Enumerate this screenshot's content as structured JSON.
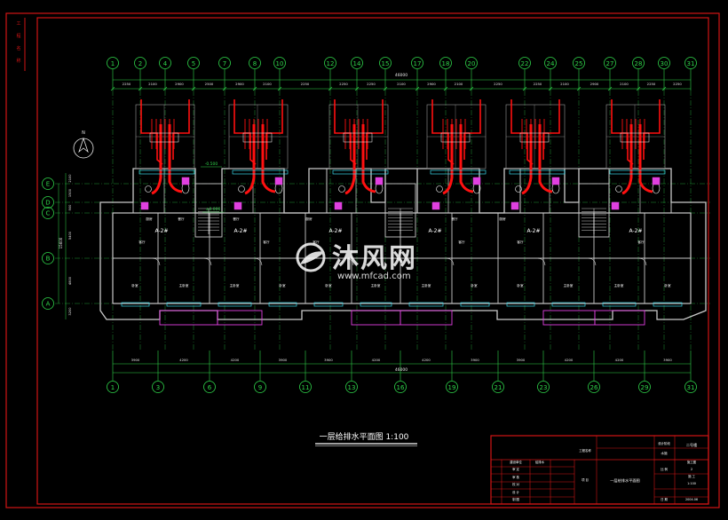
{
  "colors": {
    "background": "#000000",
    "frame": "#d01515",
    "grid_line": "#2fd44a",
    "axis_bubble": "#2fd44a",
    "wall": "#c9c9c9",
    "pipe": "#ff1010",
    "fixture": "#e040e0",
    "dim_text": "#e8e8e8",
    "annotation": "#2fd44a",
    "watermark": "#ffffff"
  },
  "grid_axes": {
    "top": [
      "1",
      "2",
      "4",
      "5",
      "7",
      "8",
      "10",
      "12",
      "14",
      "15",
      "17",
      "18",
      "20",
      "22",
      "24",
      "25",
      "27",
      "28",
      "30",
      "31"
    ],
    "bottom": [
      "1",
      "3",
      "6",
      "9",
      "11",
      "13",
      "16",
      "19",
      "21",
      "23",
      "26",
      "29",
      "31"
    ],
    "left": [
      "E",
      "D",
      "C",
      "B",
      "A"
    ]
  },
  "dimensions": {
    "top_segments": [
      "2250",
      "2100",
      "2900",
      "2500",
      "2900",
      "2100",
      "2250",
      "2250",
      "2250",
      "2100",
      "2900",
      "2100",
      "2250",
      "2250",
      "2100",
      "2900",
      "2100",
      "2250",
      "2250"
    ],
    "top_total": "46000",
    "bottom_segments": [
      "3900",
      "4200",
      "4200",
      "3900",
      "3900",
      "4200",
      "4200",
      "3900",
      "3900",
      "4200",
      "4200",
      "3900"
    ],
    "bottom_total": "46000",
    "left_segments": [
      "2100",
      "1500",
      "900",
      "5400",
      "4800",
      "3200"
    ],
    "left_total": "15600"
  },
  "units": [
    "A-2#",
    "A-2#",
    "A-2#",
    "A-2#",
    "A-2#",
    "A-2#"
  ],
  "level_marks": [
    "-0.500",
    "±0.000"
  ],
  "room_labels": [
    "卧室",
    "主卧室",
    "主卧室",
    "卧室",
    "卧室",
    "主卧室",
    "主卧室",
    "卧室",
    "卧室",
    "主卧室",
    "主卧室",
    "卧室",
    "客厅",
    "客厅",
    "客厅",
    "客厅",
    "客厅",
    "客厅",
    "餐厅",
    "餐厅",
    "餐厅",
    "厨房",
    "厨房",
    "厨房"
  ],
  "drawing_title": "一层给排水平面图  1:100",
  "north_label": "N",
  "frame_left_strip": [
    "工",
    "程",
    "名",
    "称"
  ],
  "title_block": {
    "cells": [
      "工程名称",
      "建设单位",
      "审 定",
      "审 核",
      "校 对",
      "设 计",
      "制 图",
      "设计阶段",
      "比 例",
      "日 期",
      "项 目"
    ],
    "values": [
      "施工图",
      "1:100",
      "2004.06",
      "给排水"
    ],
    "drawing_name": "一层给排水平面图",
    "sheet_code": "水施",
    "sheet_no": "2",
    "stage": "施 工",
    "section": "二号楼"
  },
  "watermark": {
    "brand": "沐风网",
    "url": "www.mfcad.com"
  }
}
